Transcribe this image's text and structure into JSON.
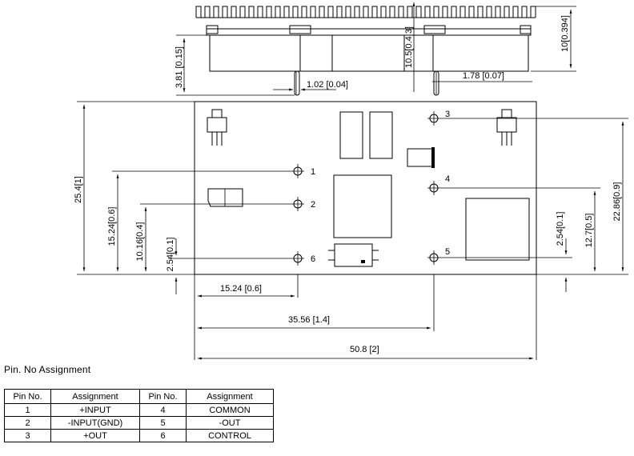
{
  "top_view": {
    "dim_left": "3.81 [0.15]",
    "dim_mid": "10.5[0.4 3]",
    "dim_right": "10[0.394]",
    "dim_pin_dia": "1.02 [0.04]",
    "dim_pin_pitch": "1.78 [0.07]"
  },
  "front_view": {
    "dim_height": "25.4[1]",
    "dim_1524": "15.24[0.6]",
    "dim_1016": "10.16[0.4]",
    "dim_254_left": "2.54[0.1]",
    "dim_254_right": "2.54[0.1]",
    "dim_127": "12.7[0.5]",
    "dim_2286": "22.86[0.9]",
    "dim_bottom_1": "15.24 [0.6]",
    "dim_bottom_2": "35.56 [1.4]",
    "dim_bottom_3": "50.8 [2]",
    "pins": [
      "1",
      "2",
      "3",
      "4",
      "5",
      "6"
    ]
  },
  "table": {
    "title": "Pin. No  Assignment",
    "headers": [
      "Pin No.",
      "Assignment",
      "Pin No.",
      "Assignment"
    ],
    "rows": [
      [
        "1",
        "+INPUT",
        "4",
        "COMMON"
      ],
      [
        "2",
        "-INPUT(GND)",
        "5",
        "-OUT"
      ],
      [
        "3",
        "+OUT",
        "6",
        "CONTROL"
      ]
    ]
  }
}
